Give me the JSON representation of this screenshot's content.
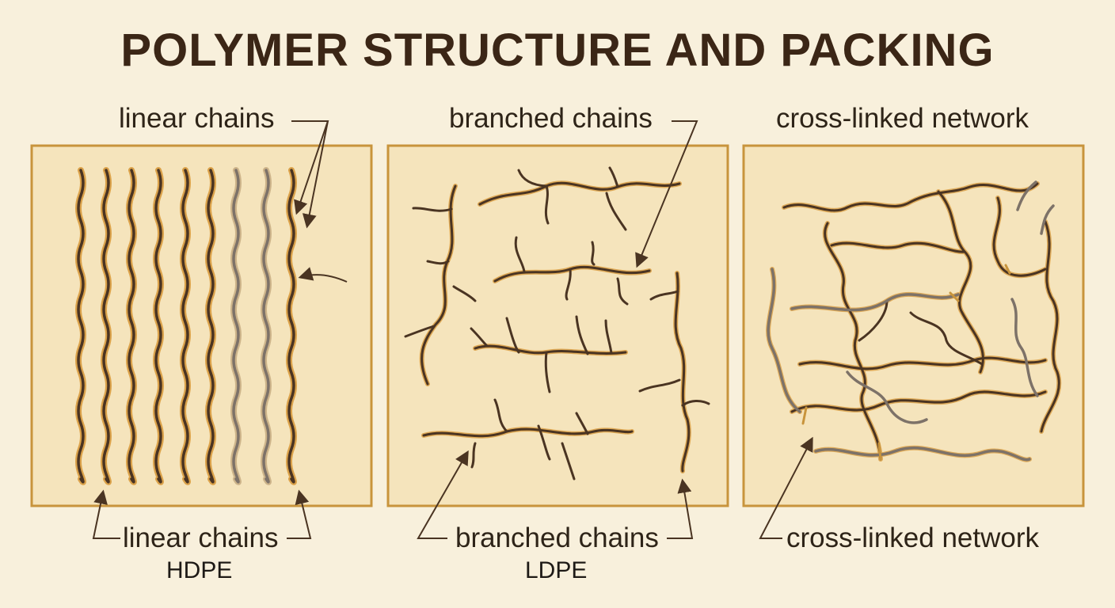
{
  "title": "POLYMER STRUCTURE AND PACKING",
  "panels": [
    {
      "top_label": "linear chains",
      "bottom_label": "linear chains",
      "material": "HDPE"
    },
    {
      "top_label": "branched chains",
      "bottom_label": "branched chains",
      "material": "LDPE"
    },
    {
      "top_label": "cross-linked network",
      "bottom_label": "cross-linked network",
      "material": ""
    }
  ],
  "colors": {
    "background": "#f8f0dc",
    "panel_fill": "#f5e4bc",
    "panel_border": "#c8943c",
    "chain_dark": "#4a3422",
    "chain_glow": "#dba24a",
    "chain_gray": "#7d7268",
    "arrow": "#4a3422"
  }
}
